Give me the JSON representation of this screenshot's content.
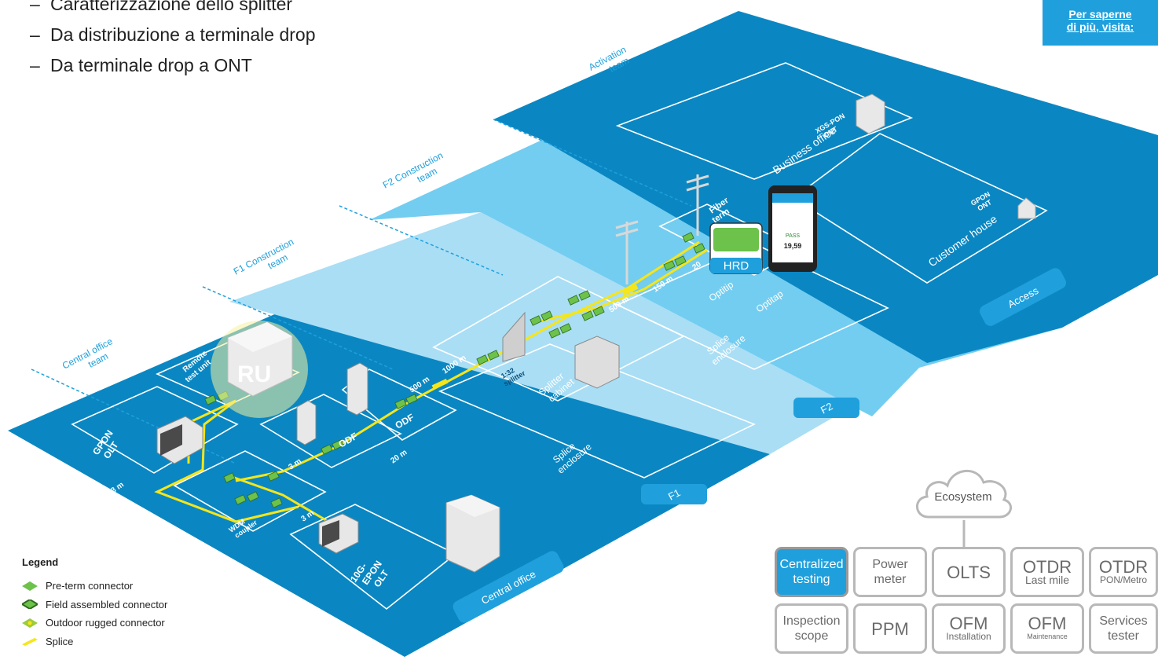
{
  "bullets": [
    "Caratterizzazione dello splitter",
    "Da distribuzione a terminale drop",
    "Da terminale drop a ONT"
  ],
  "link": {
    "line1": "Per saperne",
    "line2": "di più, visita:"
  },
  "zones": {
    "central_office": "Central office",
    "f1": "F1",
    "f2": "F2",
    "access": "Access"
  },
  "teams": {
    "central_office": [
      "Central office",
      "team"
    ],
    "f1": [
      "F1 Construction",
      "team"
    ],
    "f2": [
      "F2 Construction",
      "team"
    ],
    "activation": [
      "Activation",
      "team"
    ]
  },
  "equipment": {
    "gpon_olt": [
      "GPON",
      "OLT"
    ],
    "remote_test_unit": [
      "Remote",
      "test unit"
    ],
    "ru_badge": "RU",
    "wdm_coupler": [
      "WDM",
      "coupler"
    ],
    "epon_olt": [
      "10G-",
      "EPON",
      "OLT"
    ],
    "odf_1": "ODF",
    "odf_2": "ODF",
    "splitter_ratio": [
      "1:32",
      "splitter"
    ],
    "splitter_cabinet": [
      "Splitter",
      "cabinet"
    ],
    "splice_enclosure_1": [
      "Splice",
      "enclosure"
    ],
    "splice_enclosure_2": [
      "Splice",
      "enclosure"
    ],
    "fiber_terminal": [
      "Fiber",
      "term"
    ],
    "optitip": "Optitip",
    "optitap": "Optitap",
    "business_office": "Business office",
    "xgs_pon_ont": [
      "XGS-PON",
      "ONT"
    ],
    "customer_house": "Customer house",
    "gpon_ont": [
      "GPON",
      "ONT"
    ],
    "hrd": "HRD",
    "phone_reading": "19,59",
    "phone_status": "PASS"
  },
  "distances": {
    "d_3m_a": "3 m",
    "d_3m_b": "3 m",
    "d_3m_c": "3 m",
    "d_20m_a": "20 m",
    "d_20m_b": "20",
    "d_500m_a": "500 m",
    "d_1000m": "1000 m",
    "d_500m_b": "500 m",
    "d_150m": "150 m"
  },
  "legend": {
    "title": "Legend",
    "items": [
      {
        "label": "Pre-term connector",
        "icon": "pre-term-connector-icon",
        "color": "#6cc24a"
      },
      {
        "label": "Field assembled connector",
        "icon": "field-assembled-connector-icon",
        "color": "#3d8a2a"
      },
      {
        "label": "Outdoor rugged connector",
        "icon": "outdoor-rugged-connector-icon",
        "color": "#9ccb3b"
      },
      {
        "label": "Splice",
        "icon": "splice-icon",
        "color": "#f5e61a"
      }
    ]
  },
  "ecosystem": {
    "cloud": "Ecosystem",
    "tiles_row1": [
      {
        "line1": "Centralized",
        "line2": "testing",
        "active": true
      },
      {
        "line1": "Power",
        "line2": "meter"
      },
      {
        "line1": "OLTS",
        "line2": ""
      },
      {
        "line1": "OTDR",
        "line2": "Last mile"
      },
      {
        "line1": "OTDR",
        "line2": "PON/Metro"
      }
    ],
    "tiles_row2": [
      {
        "line1": "Inspection",
        "line2": "scope"
      },
      {
        "line1": "PPM",
        "line2": ""
      },
      {
        "line1": "OFM",
        "line2": "Installation"
      },
      {
        "line1": "OFM",
        "line2": "Maintenance"
      },
      {
        "line1": "Services",
        "line2": "tester"
      }
    ]
  },
  "colors": {
    "dark_blue": "#0a87c2",
    "mid_blue": "#a9def5",
    "light_blue": "#73cdf0",
    "accent": "#1fa0dd",
    "fiber": "#f5e61a",
    "connector": "#6cc24a"
  }
}
